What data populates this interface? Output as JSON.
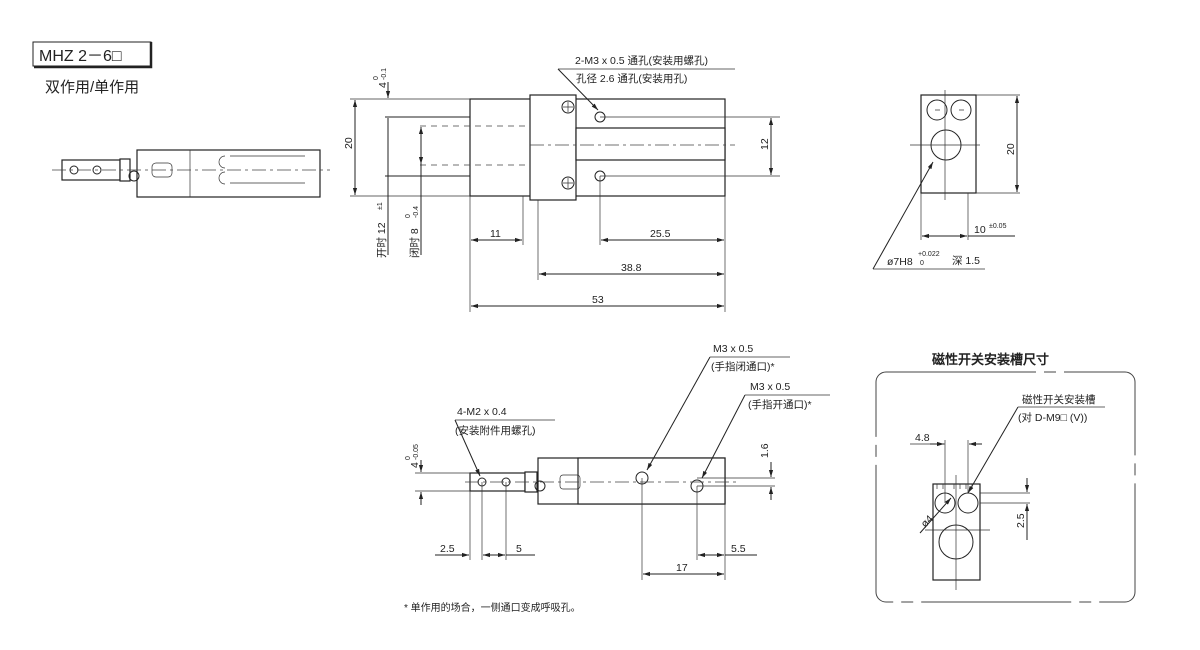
{
  "header": {
    "model": "MHZ 2－6□",
    "subtitle": "双作用/单作用"
  },
  "front_view": {
    "tol_4_nominal": "4",
    "tol_4_upper": "0",
    "tol_4_lower": "-0.1",
    "dim_height": "20",
    "open_label": "开时 12",
    "open_tol": "±1",
    "closed_label": "闭时 8",
    "closed_tol_upper": "0",
    "closed_tol_lower": "-0.4",
    "note_line1": "2-M3 x 0.5  通孔(安装用螺孔)",
    "note_line2": "孔径 2.6 通孔(安装用孔)",
    "dim_12": "12",
    "dim_11": "11",
    "dim_25_5": "25.5",
    "dim_38_8": "38.8",
    "dim_53": "53"
  },
  "side_view": {
    "dim_height": "20",
    "dim_width": "10",
    "dim_width_tol": "±0.05",
    "bore_label": "ø7H8",
    "bore_tol_upper": "+0.022",
    "bore_tol_lower": "0",
    "bore_depth": "深 1.5"
  },
  "bottom_view": {
    "tol_4_nominal": "4",
    "tol_4_upper": "0",
    "tol_4_lower": "-0.05",
    "screw_note_line1": "4-M2 x 0.4",
    "screw_note_line2": "(安装附件用螺孔)",
    "port_close_line1": "M3 x 0.5",
    "port_close_line2": "(手指闭通口)*",
    "port_open_line1": "M3 x 0.5",
    "port_open_line2": "(手指开通口)*",
    "dim_1_6": "1.6",
    "dim_2_5": "2.5",
    "dim_5": "5",
    "dim_17": "17",
    "dim_5_5": "5.5",
    "footnote": "* 单作用的场合，一侧通口变成呼吸孔。"
  },
  "switch_groove": {
    "title": "磁性开关安装槽尺寸",
    "label_line1": "磁性开关安装槽",
    "label_line2": "(对 D-M9□ (V))",
    "dim_4_8": "4.8",
    "dim_phi4": "ø4",
    "dim_2_5": "2.5"
  }
}
